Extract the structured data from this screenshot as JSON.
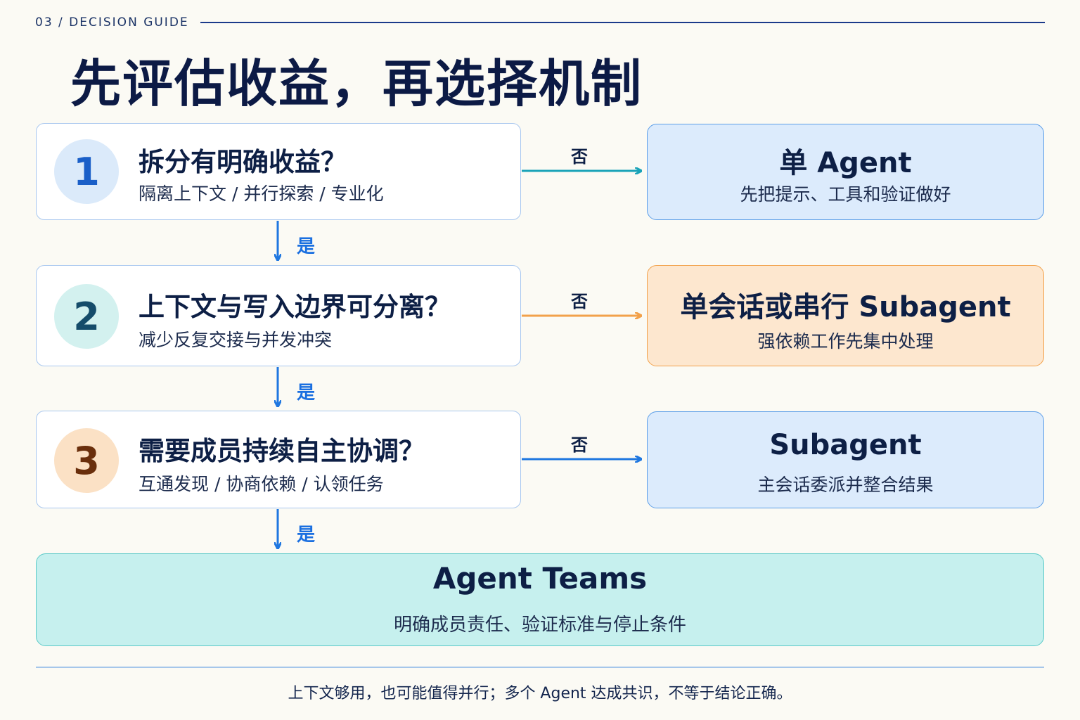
{
  "header": {
    "label": "03  /  DECISION GUIDE"
  },
  "title": "先评估收益，再选择机制",
  "questions": [
    {
      "number": "1",
      "title": "拆分有明确收益？",
      "subtitle": "隔离上下文 / 并行探索 / 专业化"
    },
    {
      "number": "2",
      "title": "上下文与写入边界可分离？",
      "subtitle": "减少反复交接与并发冲突"
    },
    {
      "number": "3",
      "title": "需要成员持续自主协调？",
      "subtitle": "互通发现 / 协商依赖 / 认领任务"
    }
  ],
  "results": [
    {
      "title": "单 Agent",
      "subtitle": "先把提示、工具和验证做好"
    },
    {
      "title": "单会话或串行 Subagent",
      "subtitle": "强依赖工作先集中处理"
    },
    {
      "title": "Subagent",
      "subtitle": "主会话委派并整合结果"
    }
  ],
  "labels": {
    "no": "否",
    "yes": "是"
  },
  "final": {
    "title": "Agent Teams",
    "subtitle": "明确成员责任、验证标准与停止条件"
  },
  "footer": "上下文够用，也可能值得并行；多个 Agent 达成共识，不等于结论正确。",
  "colors": {
    "background": "#fbfaf4",
    "arrow_no_1": "#1aa3b8",
    "arrow_no_2": "#f2a14a",
    "arrow_no_3": "#1f77e0",
    "arrow_yes": "#1f77e0"
  }
}
